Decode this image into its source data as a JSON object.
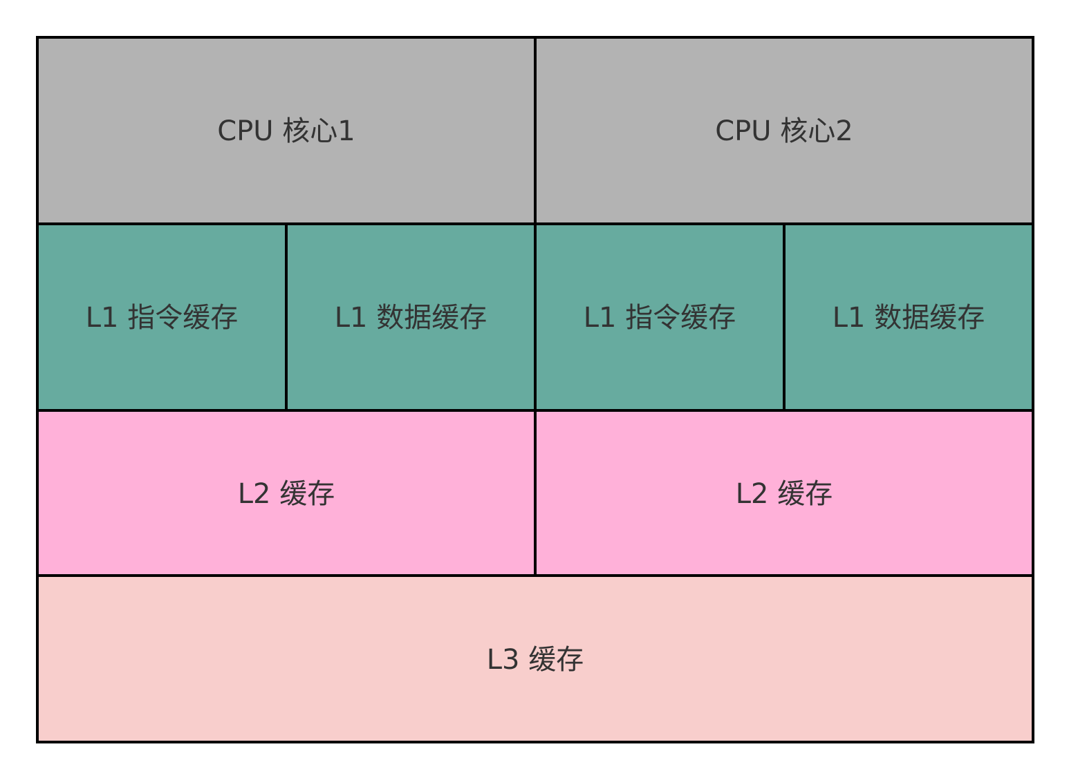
{
  "cores": [
    {
      "label": "CPU 核心1"
    },
    {
      "label": "CPU 核心2"
    }
  ],
  "l1": [
    {
      "label": "L1 指令缓存"
    },
    {
      "label": "L1 数据缓存"
    },
    {
      "label": "L1 指令缓存"
    },
    {
      "label": "L1 数据缓存"
    }
  ],
  "l2": [
    {
      "label": "L2 缓存"
    },
    {
      "label": "L2 缓存"
    }
  ],
  "l3": {
    "label": "L3 缓存"
  },
  "colors": {
    "core": "#b3b3b3",
    "l1": "#67ab9f",
    "l2": "#ffb1d9",
    "l3": "#f8cecc",
    "border": "#000000",
    "text": "#333333"
  }
}
